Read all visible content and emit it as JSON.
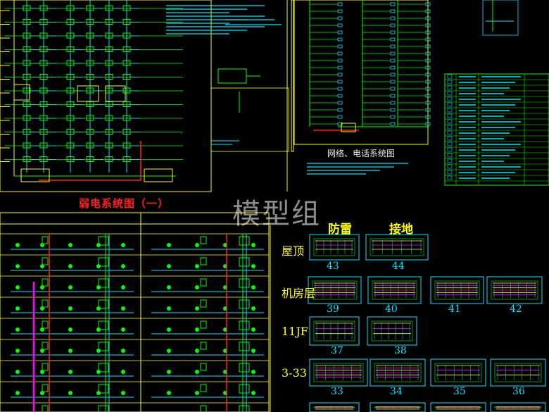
{
  "titles": {
    "weak_current": "弱电系统图（一）",
    "network_phone": "网络、电话系统图",
    "watermark": "模型组"
  },
  "columns": {
    "lightning": "防雷",
    "grounding": "接地"
  },
  "rows": {
    "roof": "屋顶",
    "machine_room": "机房层",
    "floor_11jf": "11JF",
    "floors_3_33": "3-33"
  },
  "thumb_numbers": {
    "roof": [
      "43",
      "44"
    ],
    "machine_room": [
      "39",
      "40",
      "41",
      "42"
    ],
    "floor_11jf": [
      "37",
      "38"
    ],
    "floors_3_33": [
      "33",
      "34",
      "35",
      "36"
    ]
  },
  "colors": {
    "background": "#000000",
    "cad_green": "#00ff00",
    "cad_cyan": "#00e5ff",
    "cad_yellow": "#ffff00",
    "cad_red": "#ff2020",
    "cad_magenta": "#ff00ff"
  }
}
